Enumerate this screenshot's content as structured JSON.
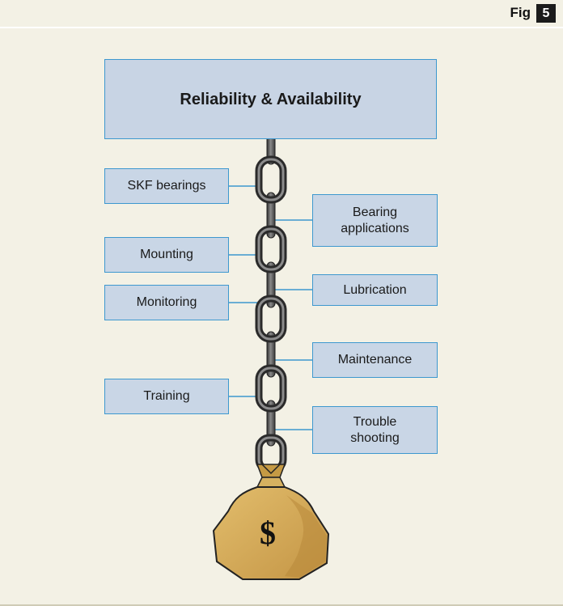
{
  "figure": {
    "label": "Fig",
    "number": "5"
  },
  "diagram": {
    "title": "Reliability & Availability",
    "left_items": [
      {
        "label": "SKF bearings"
      },
      {
        "label": "Mounting"
      },
      {
        "label": "Monitoring"
      },
      {
        "label": "Training"
      }
    ],
    "right_items": [
      {
        "label": "Bearing\napplications"
      },
      {
        "label": "Lubrication"
      },
      {
        "label": "Maintenance"
      },
      {
        "label": "Trouble\nshooting"
      }
    ],
    "bag_symbol": "$"
  },
  "colors": {
    "background": "#f3f1e5",
    "box_fill": "#c9d6e6",
    "box_border": "#3d98cf",
    "connector": "#3d98cf",
    "chain": "#555555",
    "bag": "#d4aa55"
  },
  "icons": [
    "chain-icon",
    "money-bag-icon"
  ]
}
